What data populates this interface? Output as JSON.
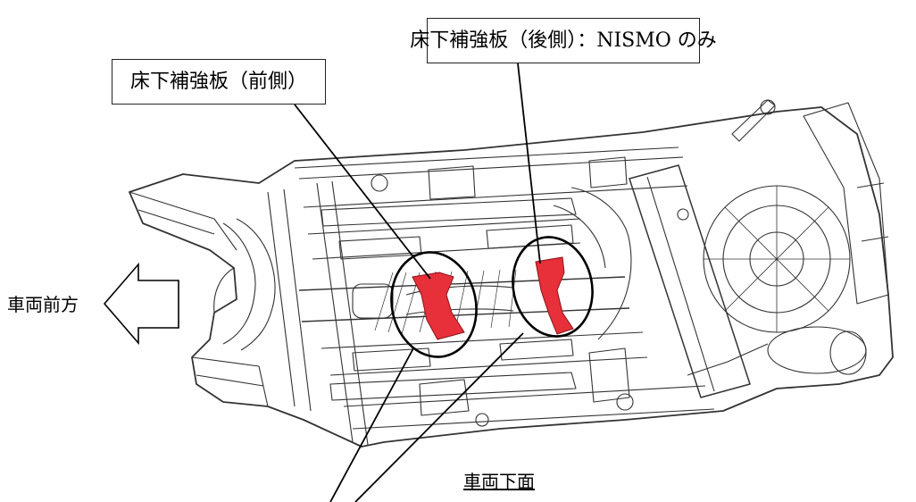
{
  "callouts": {
    "front_plate": "床下補強板（前側）",
    "rear_plate": "床下補強板（後側）：NISMO のみ"
  },
  "labels": {
    "vehicle_front": "車両前方",
    "vehicle_underside": "車両下面"
  },
  "colors": {
    "reinforcement": "#e8303a",
    "line": "#000000",
    "chassis": "#333333"
  },
  "icons": {
    "direction": "arrow-left-outline-icon"
  }
}
